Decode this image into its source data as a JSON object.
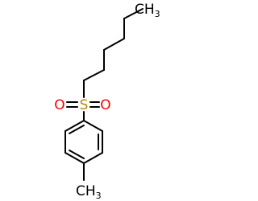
{
  "molecule": {
    "labels": {
      "sulfur": "S",
      "oxygen_left": "O",
      "oxygen_right": "O",
      "methyl_top_base": "CH",
      "methyl_top_sub": "3",
      "methyl_bottom_base": "CH",
      "methyl_bottom_sub": "3"
    },
    "colors": {
      "bond": "#000000",
      "sulfur": "#b8860b",
      "oxygen": "#ff0000",
      "carbon": "#000000"
    }
  }
}
